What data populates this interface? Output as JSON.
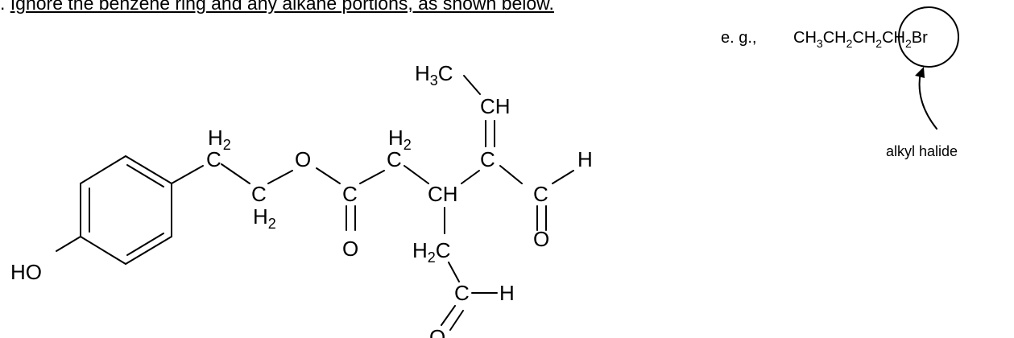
{
  "instruction": {
    "number": ".",
    "text": "Ignore the benzene ring and any alkane portions, as shown below."
  },
  "example": {
    "prefix": "e. g.,",
    "formula": {
      "p1": "CH",
      "s1": "3",
      "p2": "CH",
      "s2": "2",
      "p3": "CH",
      "s3": "2",
      "p4": "CH",
      "s4": "2",
      "p5": "Br"
    },
    "label": "alkyl halide"
  },
  "molecule": {
    "ho": "HO",
    "c1": "C",
    "c1_h": "H",
    "c1_h_sub": "2",
    "c2": "C",
    "c2_h": "H",
    "c2_h_sub": "2",
    "o_ester": "O",
    "c_carbonyl": "C",
    "o_carbonyl": "O",
    "c3": "C",
    "c3_h": "H",
    "c3_h_sub": "2",
    "ch_center": "CH",
    "c_alkene": "C",
    "ch_alkene": "CH",
    "methyl_h": "H",
    "methyl_sub": "3",
    "methyl_c": "C",
    "c_ald1": "C",
    "h_ald1": "H",
    "o_ald1": "O",
    "h2c_h": "H",
    "h2c_sub": "2",
    "h2c_c": "C",
    "c_ald2": "C",
    "h_ald2": "H",
    "o_ald2": "O"
  }
}
